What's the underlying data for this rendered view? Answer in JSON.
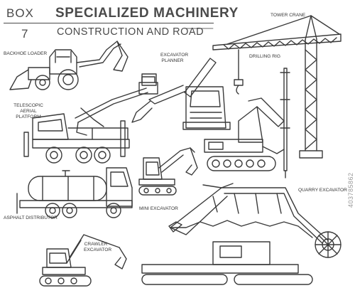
{
  "header": {
    "box_label": "BOX",
    "box_number": "7",
    "title": "SPECIALIZED MACHINERY",
    "subtitle": "CONSTRUCTION AND ROAD"
  },
  "machines": {
    "backhoe_loader": "BACKHOE LOADER",
    "tower_crane": "TOWER CRANE",
    "excavator_planner": "EXCAVATOR PLANNER",
    "drilling_rig": "DRILLING RIG",
    "telescopic_aerial_platform": "TELESCOPIC AERIAL PLATFORM",
    "mini_excavator": "MINI EXCAVATOR",
    "quarry_excavator": "QUARRY EXCAVATOR",
    "asphalt_distributor": "ASPHALT DISTRIBUTOR",
    "crawler_excavator": "CRAWLER EXCAVATOR"
  },
  "watermark": "403785862",
  "colors": {
    "line": "#3a3a3a",
    "background": "#ffffff",
    "text": "#333333"
  }
}
